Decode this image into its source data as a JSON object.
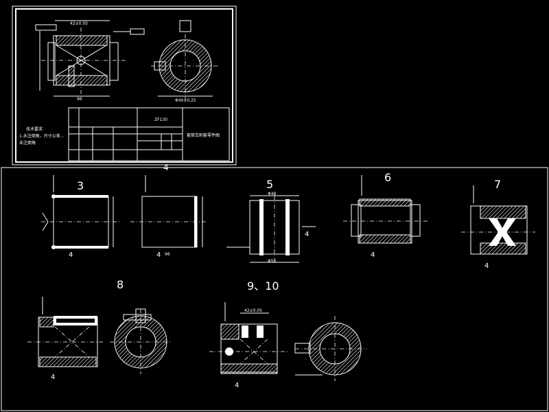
{
  "title_block": {
    "part_name": "套筒车削套零件图",
    "code": "ZF130",
    "tech_req_title": "技术要求",
    "tech_req_lines": [
      "1.未注倒角，尺寸公差...",
      "未注倒角"
    ]
  },
  "top_drawing": {
    "dims": [
      "42±0.05",
      "96",
      "Φ40±0.25"
    ]
  },
  "operations": {
    "op_4": "4",
    "op_3": "3",
    "op_5": "5",
    "op_6": "6",
    "op_7": "7",
    "op_8": "8",
    "op_9_10": "9、10"
  },
  "dims": {
    "phi48": "Φ48",
    "phi56": "Φ56",
    "d96": "96",
    "d42": "42±0.05",
    "d4": "4"
  },
  "colors": {
    "background": "#000000",
    "lines": "#ffffff"
  }
}
